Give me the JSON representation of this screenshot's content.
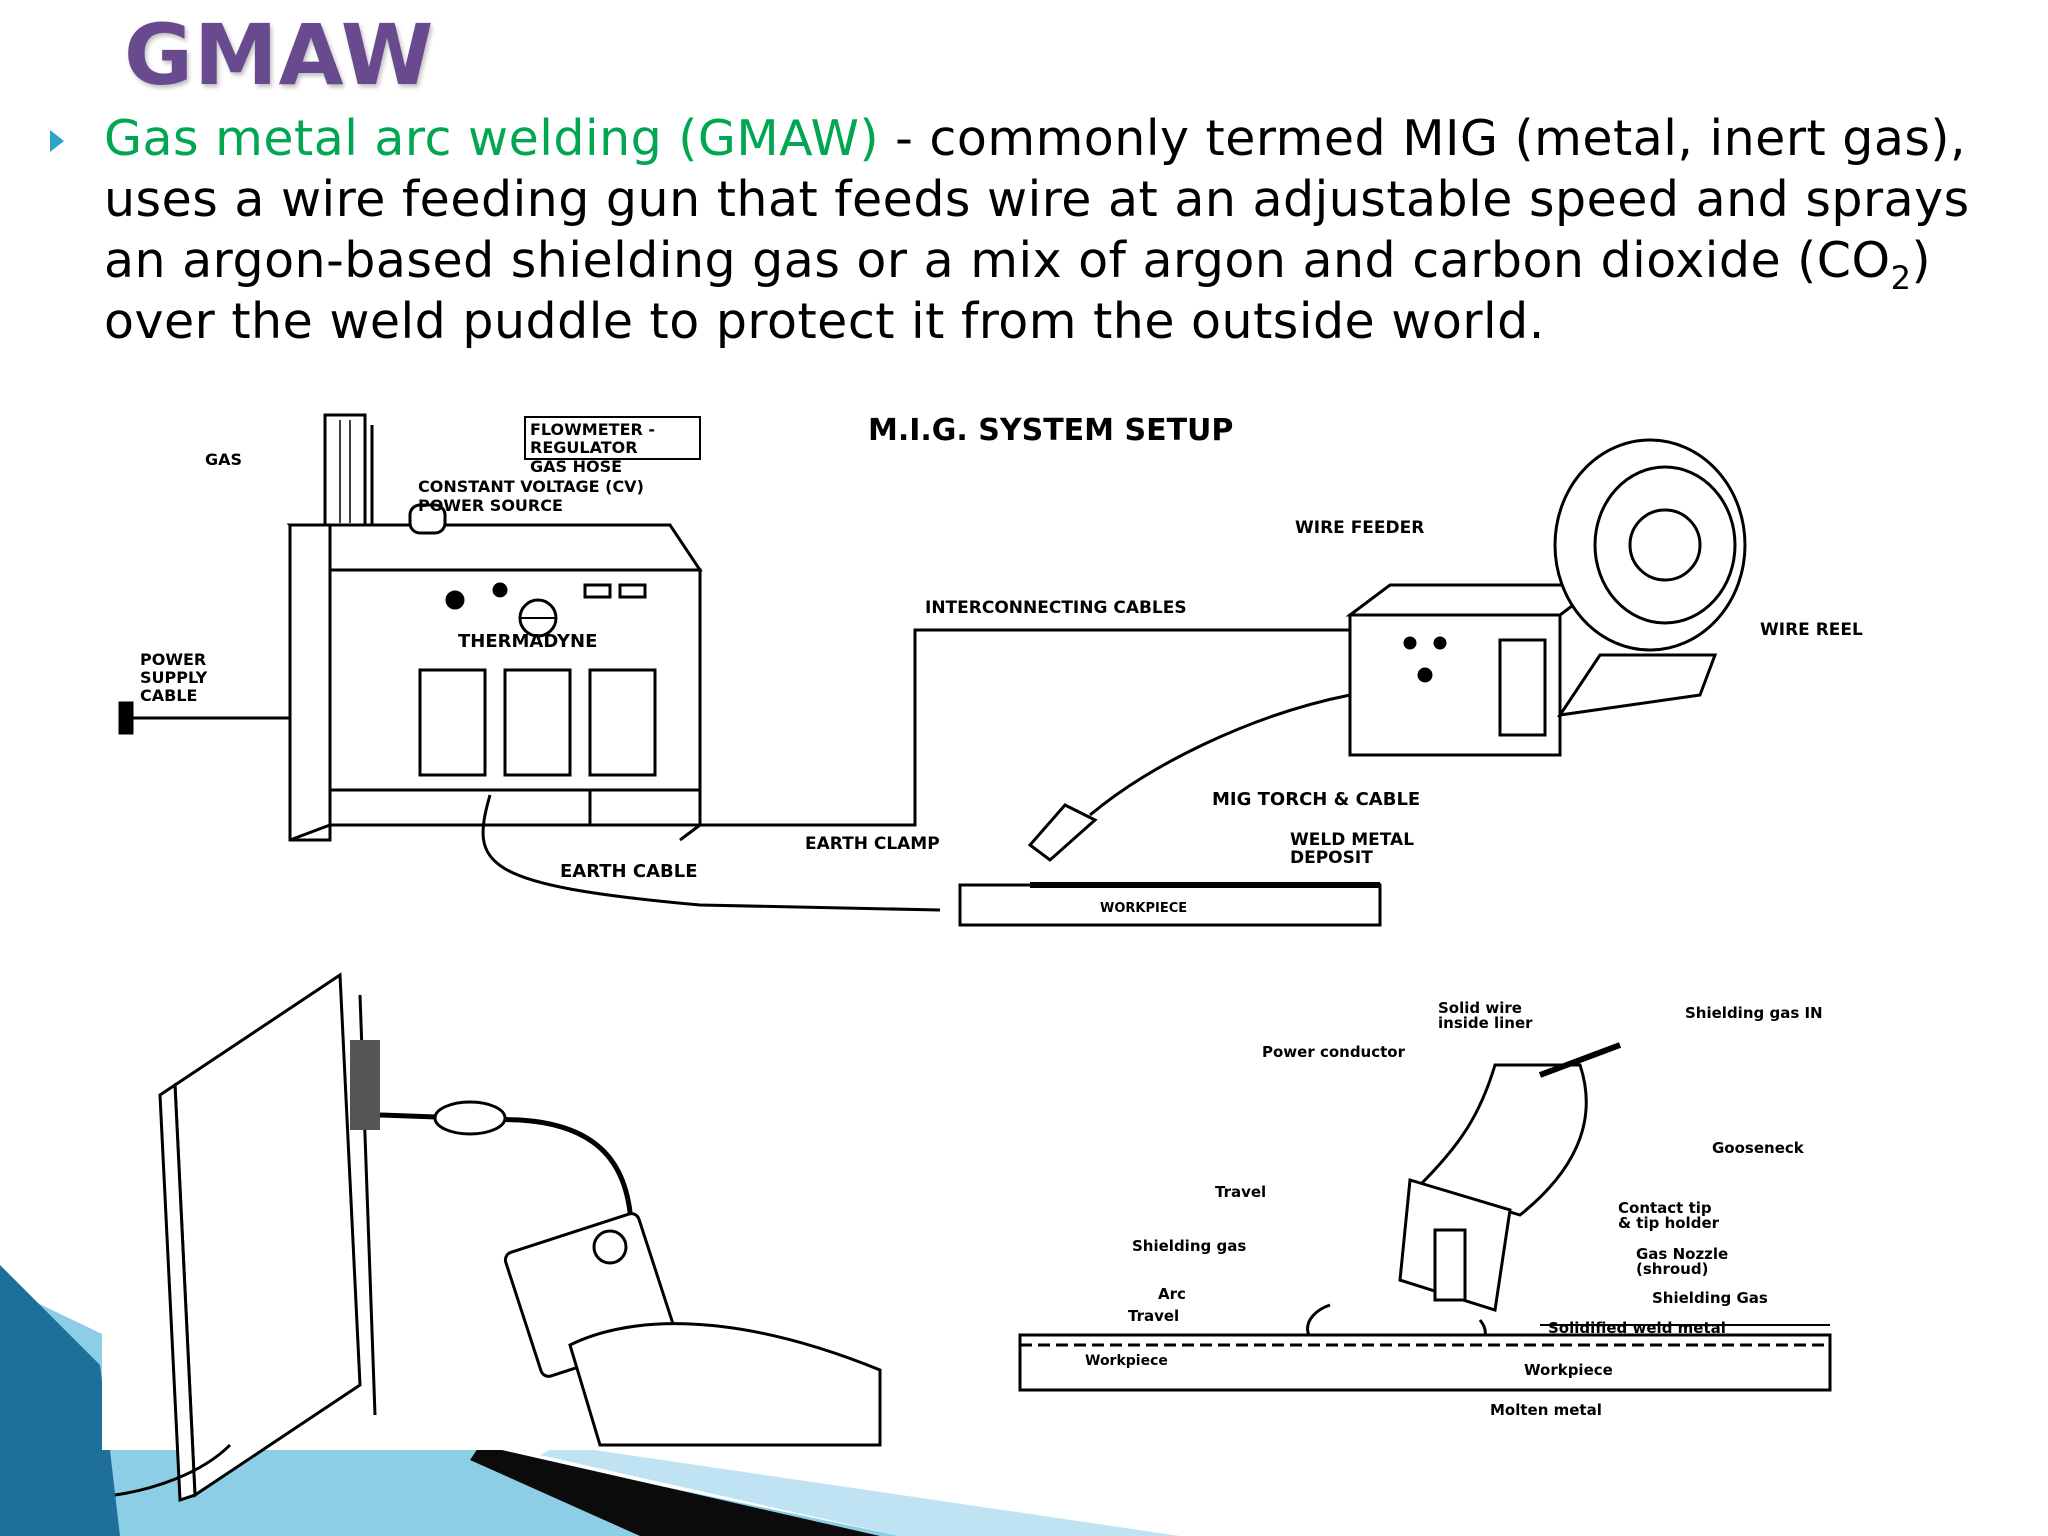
{
  "slide": {
    "title": "GMAW",
    "bullet": {
      "term": "Gas metal arc welding (GMAW)",
      "text_part1": " - commonly termed MIG (metal, inert gas), uses a wire feeding gun that feeds wire at an adjustable speed and sprays an argon-based shielding gas or a mix of argon and carbon dioxide (CO",
      "subscript": "2",
      "text_part2": ") over the weld puddle to protect it from the outside world."
    }
  },
  "setup_diagram": {
    "title": "M.I.G. SYSTEM SETUP",
    "labels": {
      "gas": "GAS",
      "flowmeter": "FLOWMETER -",
      "regulator": "REGULATOR",
      "gas_hose": "GAS HOSE",
      "cv_line1": "CONSTANT VOLTAGE (CV)",
      "cv_line2": "POWER SOURCE",
      "brand": "THERMADYNE",
      "power_supply_1": "POWER",
      "power_supply_2": "SUPPLY",
      "power_supply_3": "CABLE",
      "interconnecting": "INTERCONNECTING CABLES",
      "wire_feeder": "WIRE FEEDER",
      "wire_reel": "WIRE REEL",
      "mig_torch": "MIG TORCH & CABLE",
      "weld_metal_1": "WELD METAL",
      "weld_metal_2": "DEPOSIT",
      "earth_clamp": "EARTH CLAMP",
      "earth_cable": "EARTH CABLE",
      "workpiece": "WORKPIECE"
    }
  },
  "torch_diagram": {
    "labels": {
      "solid_wire_1": "Solid wire",
      "solid_wire_2": "inside liner",
      "shielding_gas_in": "Shielding gas IN",
      "power_conductor": "Power conductor",
      "gooseneck": "Gooseneck",
      "travel_top": "Travel",
      "contact_tip_1": "Contact tip",
      "contact_tip_2": "& tip holder",
      "shielding_gas_left": "Shielding gas",
      "gas_nozzle_1": "Gas Nozzle",
      "gas_nozzle_2": "(shroud)",
      "arc": "Arc",
      "travel_bottom": "Travel",
      "shielding_gas_right": "Shielding Gas",
      "solidified": "Solidified weld metal",
      "workpiece_left": "Workpiece",
      "workpiece_right": "Workpiece",
      "molten_metal": "Molten metal"
    }
  },
  "colors": {
    "title": "#6a4a8e",
    "term": "#00a651",
    "bullet": "#2aa5c9",
    "corner_dark": "#0b3c5d",
    "corner_light": "#4fb3d9"
  }
}
